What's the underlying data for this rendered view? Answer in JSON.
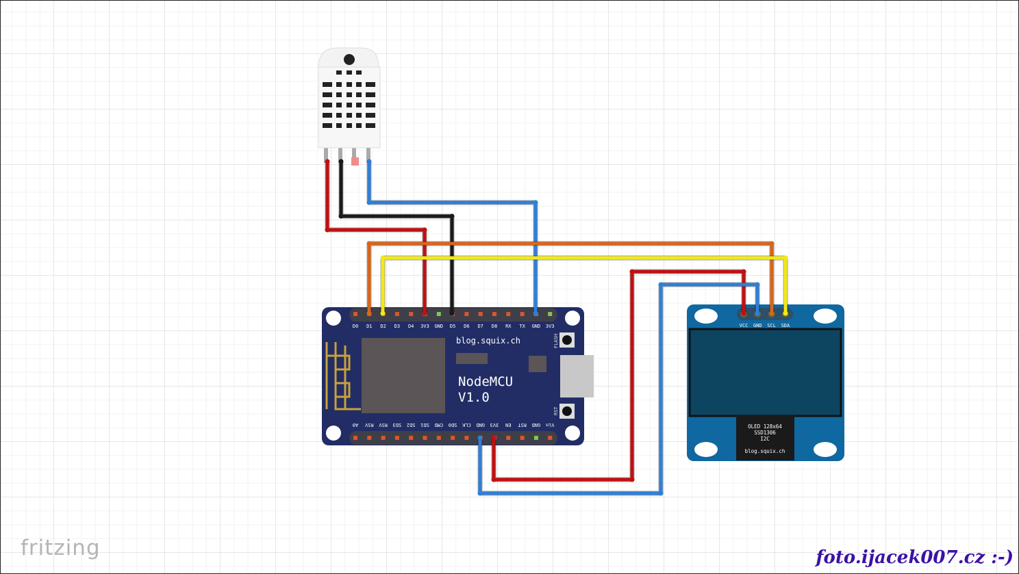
{
  "sensor": {
    "pins": 4
  },
  "nodemcu": {
    "brand": "blog.squix.ch",
    "title_line1": "NodeMCU",
    "title_line2": "V1.0",
    "flash_label": "FLASH",
    "rst_label": "RST",
    "top_pins": [
      "D0",
      "D1",
      "D2",
      "D3",
      "D4",
      "3V3",
      "GND",
      "D5",
      "D6",
      "D7",
      "D8",
      "RX",
      "TX",
      "GND",
      "3V3"
    ],
    "bottom_pins": [
      "A0",
      "RSV",
      "RSV",
      "SD3",
      "SD2",
      "SD1",
      "CMD",
      "SD0",
      "CLK",
      "GND",
      "3V3",
      "EN",
      "RST",
      "GND",
      "Vin"
    ]
  },
  "oled": {
    "pins": [
      "VCC",
      "GND",
      "SCL",
      "SDA"
    ],
    "label_lines": [
      "OLED 128x64",
      "SSD1306",
      "I2C"
    ],
    "brand": "blog.squix.ch"
  },
  "wire_colors": {
    "red": "#c21010",
    "black": "#1a1a1a",
    "blue": "#2f7fd6",
    "orange": "#d8661c",
    "yellow": "#f2e81a"
  },
  "logo": "fritzing",
  "credit": "foto.ijacek007.cz :-)"
}
